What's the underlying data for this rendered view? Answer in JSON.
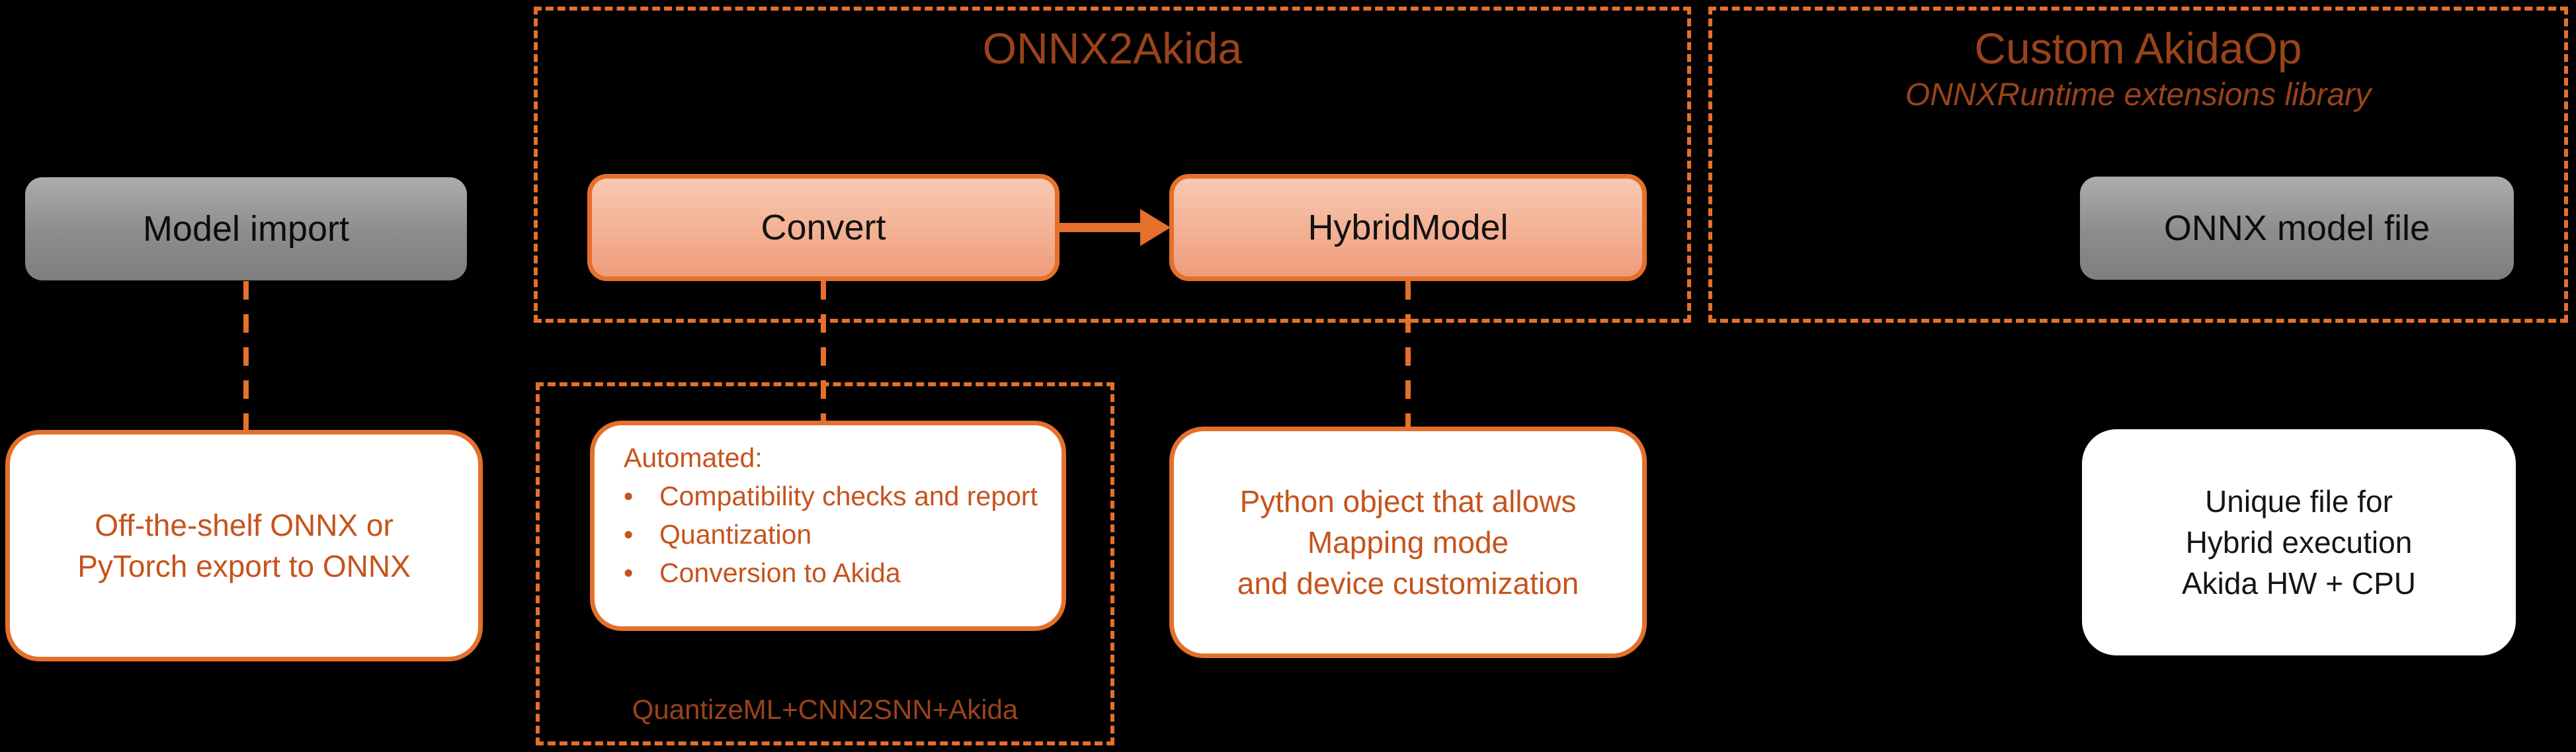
{
  "palette": {
    "background": "#000000",
    "accent_orange": "#E4702B",
    "title_orange": "#9A431B",
    "body_text_orange": "#C6531C",
    "gray_box_top": "#ACACAC",
    "gray_box_bottom": "#7E7E7E",
    "salmon_box_top": "#F8C9B1",
    "salmon_box_bottom": "#EF9C7B",
    "white_box_bg": "#FFFFFF",
    "dark_text": "#0D0D0D"
  },
  "groups": {
    "onnx2akida": {
      "title": "ONNX2Akida"
    },
    "custom_akidaop": {
      "title": "Custom AkidaOp",
      "subtitle": "ONNXRuntime extensions library"
    },
    "toolchain": {
      "footer": "QuantizeML+CNN2SNN+Akida"
    }
  },
  "nodes": {
    "model_import": {
      "label": "Model import"
    },
    "convert": {
      "label": "Convert"
    },
    "hybrid_model": {
      "label": "HybridModel"
    },
    "onnx_model_file": {
      "label": "ONNX model file"
    },
    "model_import_note": {
      "lines": [
        "Off-the-shelf ONNX or",
        "PyTorch export to ONNX"
      ]
    },
    "convert_note": {
      "heading": "Automated:",
      "bullet_glyph": "•",
      "bullets": [
        "Compatibility checks and report",
        "Quantization",
        "Conversion to Akida"
      ]
    },
    "hybrid_model_note": {
      "lines": [
        "Python object that allows",
        "Mapping mode",
        "and device customization"
      ]
    },
    "onnx_file_note": {
      "lines": [
        "Unique file for",
        "Hybrid execution",
        "Akida HW + CPU"
      ]
    }
  }
}
